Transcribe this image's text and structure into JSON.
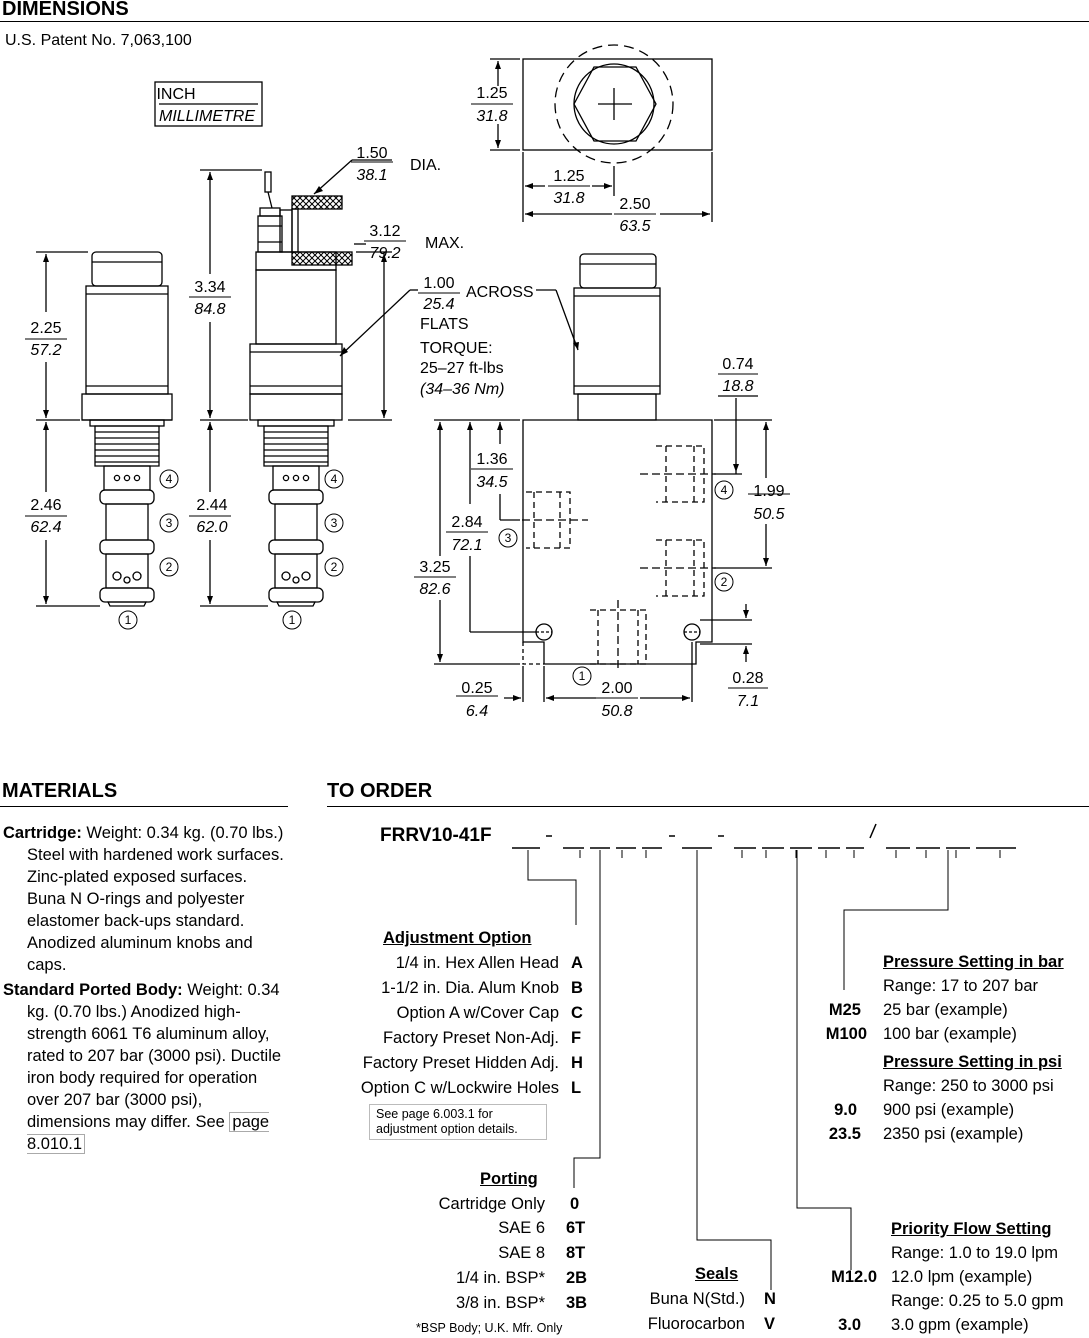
{
  "header": {
    "title": "DIMENSIONS",
    "patent": "U.S. Patent No. 7,063,100"
  },
  "legend": {
    "inch": "INCH",
    "mm": "MILLIMETRE"
  },
  "dims": {
    "d150": "1.50",
    "d381": "38.1",
    "dia": "DIA.",
    "d312": "3.12",
    "d792": "79.2",
    "max": "MAX.",
    "d334": "3.34",
    "d848": "84.8",
    "d225": "2.25",
    "d572": "57.2",
    "d246": "2.46",
    "d624": "62.4",
    "d244": "2.44",
    "d620": "62.0",
    "d100": "1.00",
    "d254": "25.4",
    "across": "ACROSS",
    "flats": "FLATS",
    "torque": "TORQUE:",
    "torque_ft": "25–27 ft-lbs",
    "torque_nm": "(34–36 Nm)",
    "t125a": "1.25",
    "t318a": "31.8",
    "t125b": "1.25",
    "t318b": "31.8",
    "t250": "2.50",
    "t635": "63.5",
    "d074": "0.74",
    "d188": "18.8",
    "d136": "1.36",
    "d345": "34.5",
    "d199": "1.99",
    "d505": "50.5",
    "d284": "2.84",
    "d721": "72.1",
    "d325": "3.25",
    "d826": "82.6",
    "d025": "0.25",
    "d064": "6.4",
    "d200": "2.00",
    "d508": "50.8",
    "d028": "0.28",
    "d071": "7.1",
    "port1": "1",
    "port2": "2",
    "port3": "3",
    "port4": "4"
  },
  "materials": {
    "title": "MATERIALS",
    "cart_label": "Cartridge:",
    "cart_text": " Weight: 0.34 kg. (0.70 lbs.) Steel with hardened work surfaces. Zinc-plated exposed surfaces. Buna N O-rings and polyester elastomer back-ups standard. Anodized aluminum knobs and caps.",
    "body_label": "Standard Ported Body:",
    "body_text": " Weight: 0.34 kg. (0.70 lbs.) Anodized high-strength 6061 T6 aluminum alloy, rated to 207 bar (3000 psi). Ductile iron body required for operation over 207 bar (3000 psi), dimensions may differ. See ",
    "body_link": "page 8.010.1"
  },
  "order": {
    "title": "TO ORDER",
    "model": "FRRV10-41F",
    "adj_title": "Adjustment Option",
    "adj": [
      {
        "label": "1/4 in. Hex Allen Head",
        "code": "A"
      },
      {
        "label": "1-1/2 in. Dia. Alum Knob",
        "code": "B"
      },
      {
        "label": "Option A w/Cover Cap",
        "code": "C"
      },
      {
        "label": "Factory Preset Non-Adj.",
        "code": "F"
      },
      {
        "label": "Factory Preset Hidden Adj.",
        "code": "H"
      },
      {
        "label": "Option C w/Lockwire Holes",
        "code": "L"
      }
    ],
    "adj_note_1": "See page 6.003.1 for",
    "adj_note_2": "adjustment option details.",
    "port_title": "Porting",
    "port": [
      {
        "label": "Cartridge Only",
        "code": "0"
      },
      {
        "label": "SAE 6",
        "code": "6T"
      },
      {
        "label": "SAE 8",
        "code": "8T"
      },
      {
        "label": "1/4 in. BSP*",
        "code": "2B"
      },
      {
        "label": "3/8 in. BSP*",
        "code": "3B"
      }
    ],
    "port_note": "*BSP Body; U.K. Mfr. Only",
    "seal_title": "Seals",
    "seals": [
      {
        "label": "Buna N(Std.)",
        "code": "N"
      },
      {
        "label": "Fluorocarbon",
        "code": "V"
      }
    ],
    "psb_title": "Pressure Setting in bar",
    "psb_range": "Range: 17 to 207 bar",
    "psb": [
      {
        "code": "M25",
        "label": "25 bar (example)"
      },
      {
        "code": "M100",
        "label": "100 bar (example)"
      }
    ],
    "psp_title": "Pressure Setting in psi",
    "psp_range": "Range: 250 to 3000 psi",
    "psp": [
      {
        "code": "9.0",
        "label": "900 psi (example)"
      },
      {
        "code": "23.5",
        "label": "2350 psi (example)"
      }
    ],
    "pf_title": "Priority Flow Setting",
    "pf_range1": "Range: 1.0 to 19.0 lpm",
    "pf1_code": "M12.0",
    "pf1_label": "12.0 lpm (example)",
    "pf_range2": "Range: 0.25 to 5.0 gpm",
    "pf2_code": "3.0",
    "pf2_label": "3.0 gpm (example)"
  }
}
